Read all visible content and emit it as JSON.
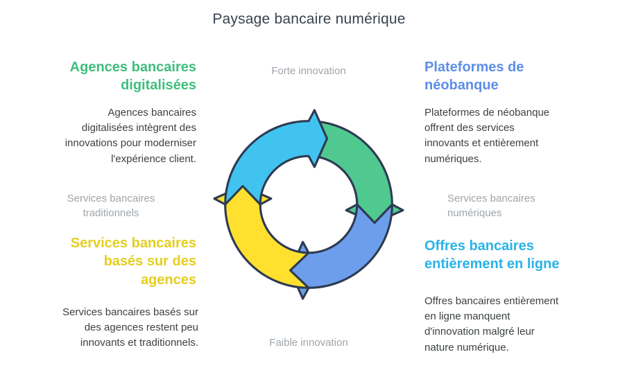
{
  "title": "Paysage bancaire numérique",
  "quadrants": {
    "top_left": {
      "heading": "Agences bancaires\ndigitalisées",
      "body": "Agences bancaires\ndigitalisées intègrent des\ninnovations pour moderniser\nl'expérience client.",
      "color": "#3ebe7d"
    },
    "top_right": {
      "heading": "Plateformes de\nnéobanque",
      "body": "Plateformes de néobanque\noffrent des services\ninnovants et entièrement\nnumériques.",
      "color": "#5e8de8"
    },
    "bottom_left": {
      "heading": "Services bancaires\nbasés sur des\nagences",
      "body": "Services bancaires basés sur\ndes agences restent peu\ninnovants et traditionnels.",
      "color": "#e5ce1e"
    },
    "bottom_right": {
      "heading": "Offres bancaires\nentièrement en ligne",
      "body": "Offres bancaires entièrement\nen ligne manquent\nd'innovation malgré leur\nnature numérique.",
      "color": "#29b3e8"
    }
  },
  "axis_labels": {
    "top": "Forte innovation",
    "bottom": "Faible innovation",
    "left": "Services bancaires\ntraditionnels",
    "right": "Services bancaires\nnumériques"
  },
  "diagram": {
    "stroke": "#2e3a52",
    "colors": {
      "top_left": "#41c3ef",
      "top_right": "#4fc98f",
      "bottom_left": "#ffe02e",
      "bottom_right": "#6d9eeb"
    }
  }
}
